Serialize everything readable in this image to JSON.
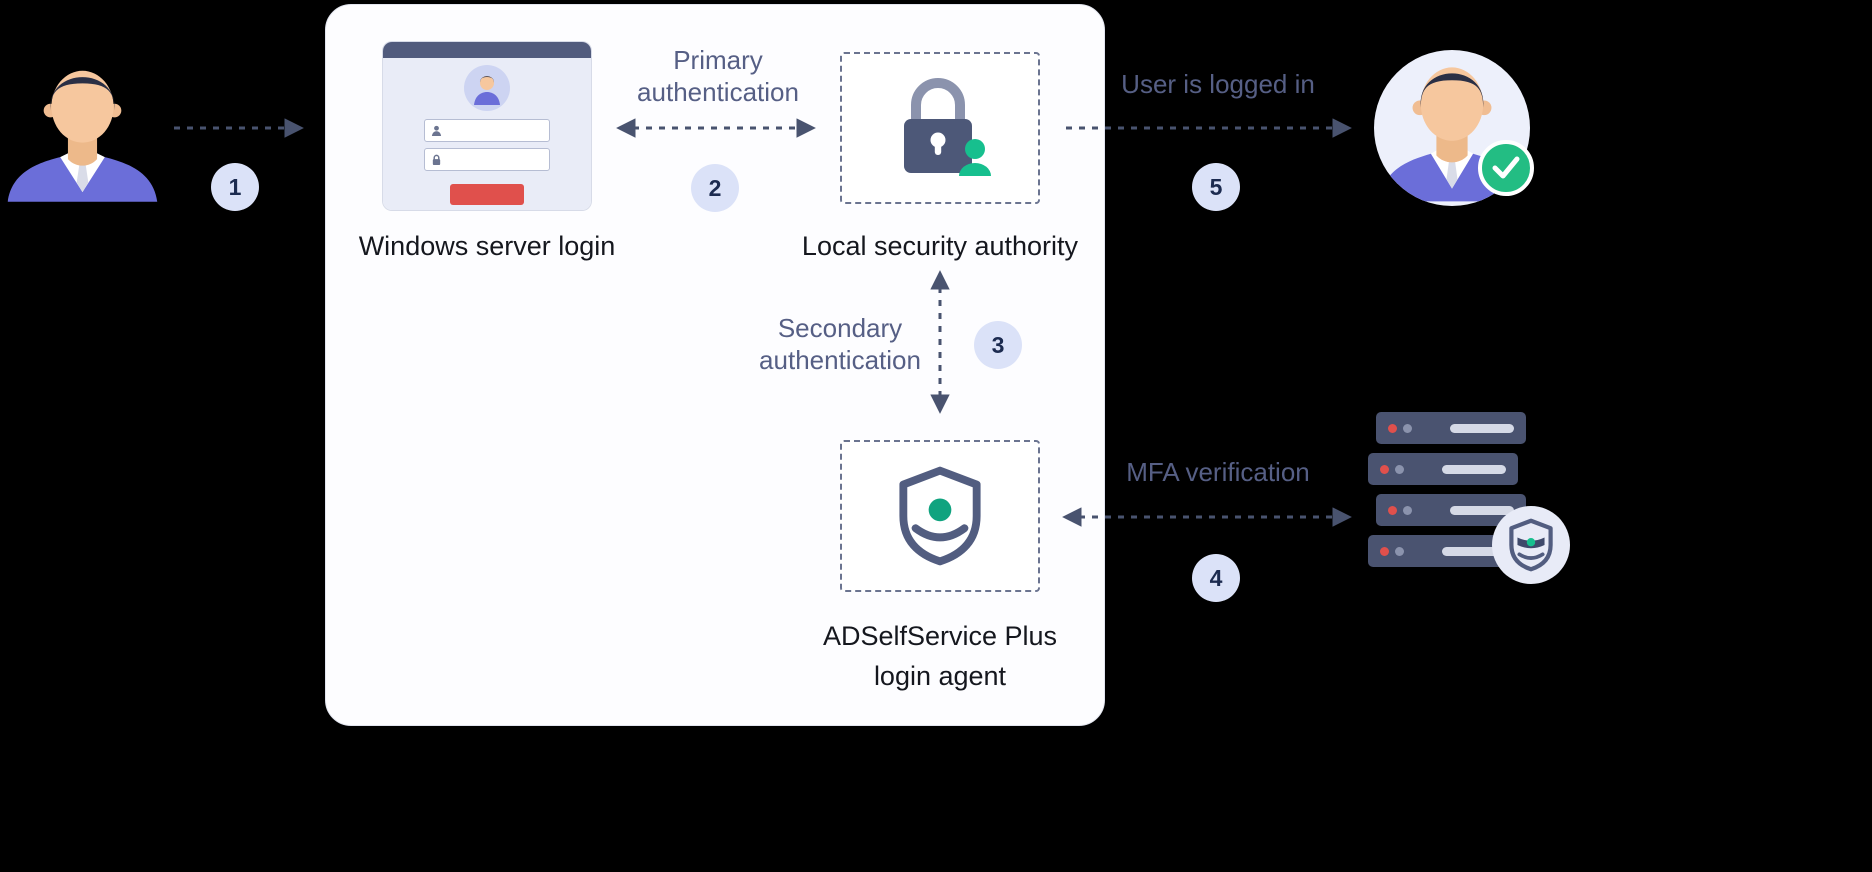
{
  "diagram": {
    "nodes": {
      "windows_login": {
        "label": "Windows server login"
      },
      "local_security_authority": {
        "label": "Local security authority"
      },
      "adssp_agent": {
        "label_line1": "ADSelfService Plus",
        "label_line2": "login agent"
      }
    },
    "labels": {
      "primary_auth_line1": "Primary",
      "primary_auth_line2": "authentication",
      "secondary_auth_line1": "Secondary",
      "secondary_auth_line2": "authentication",
      "user_logged_in": "User is logged in",
      "mfa_verification": "MFA verification"
    },
    "steps": {
      "s1": "1",
      "s2": "2",
      "s3": "3",
      "s4": "4",
      "s5": "5"
    },
    "colors": {
      "arrow": "#49536f",
      "step_badge_bg": "#dbe2f8",
      "step_badge_text": "#1c2b50",
      "accent_green": "#17bf8e",
      "accent_red": "#e0504c",
      "slate": "#515b7d",
      "label_muted": "#565f85",
      "label_dark": "#15171e",
      "panel_bg": "#fdfdff"
    }
  }
}
